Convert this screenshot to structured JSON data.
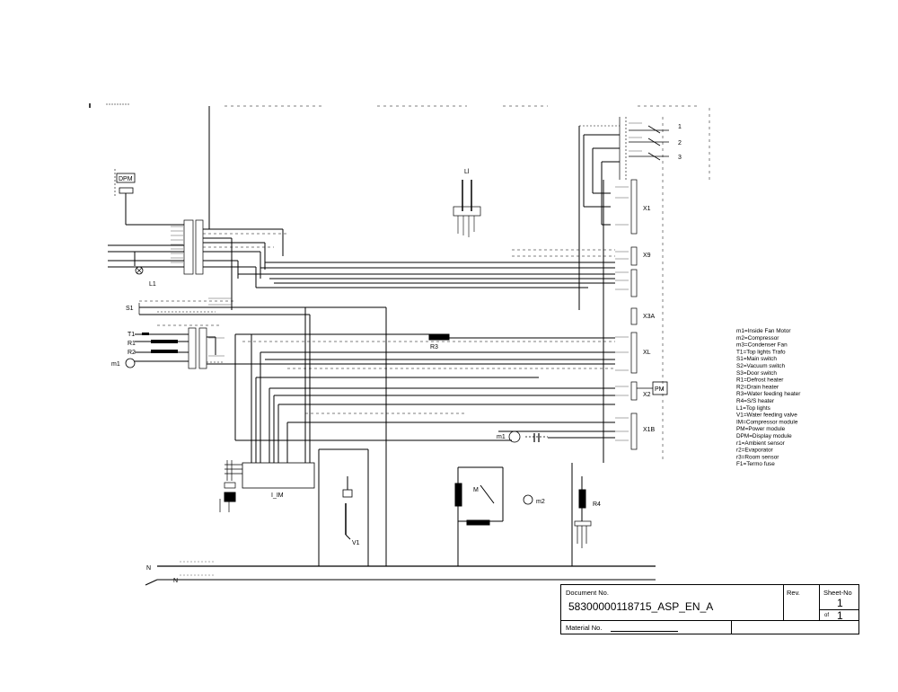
{
  "labels": {
    "dpm": "DPM",
    "l1": "L1",
    "s1": "S1",
    "t1": "T1",
    "r1": "R1",
    "r2": "R2",
    "m1_left": "m1",
    "ll": "Ll",
    "r3": "R3",
    "x1": "X1",
    "x9": "X9",
    "x3a": "X3A",
    "xl": "XL",
    "x2": "X2",
    "pm": "PM",
    "x1b": "X1B",
    "m1_right": "m1",
    "im": "I_IM",
    "v1": "V1",
    "m": "M",
    "m2": "m2",
    "r4": "R4",
    "n1": "N",
    "n2": "N",
    "out1": "1",
    "out2": "2",
    "out3": "3"
  },
  "legend": [
    "m1=Inside Fan Motor",
    "m2=Compressor",
    "m3=Condenser Fan",
    "T1=Top lights Trafo",
    "S1=Main switch",
    "S2=Vacuum switch",
    "S3=Door switch",
    "R1=Defrost heater",
    "R2=Drain heater",
    "R3=Water feeding heater",
    "R4=S/S heater",
    "L1=Top lights",
    "V1=Water feeding valve",
    "IM=Compressor module",
    "PM=Power module",
    "DPM=Display module",
    "r1=Ambient sensor",
    "r2=Evaporator",
    "r3=Room sensor",
    "F1=Termo fuse"
  ],
  "title_block": {
    "document_label": "Document No.",
    "document_value": "58300000118715_ASP_EN_A",
    "rev_label": "Rev.",
    "sheet_label": "Sheet-No",
    "sheet_value": "1",
    "of_label": "of",
    "of_value": "1",
    "material_label": "Material No."
  }
}
